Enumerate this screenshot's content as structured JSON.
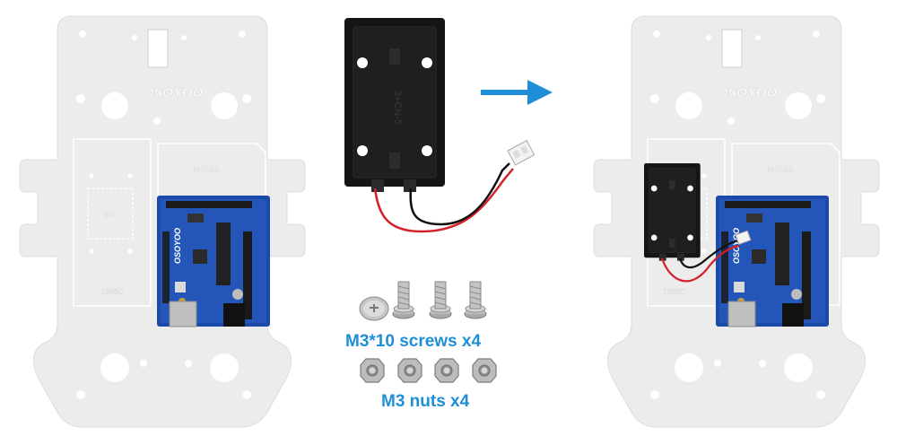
{
  "chassis": {
    "logo": "OSOYOO",
    "mega_label": "MEGA",
    "battery_9v_label": "9V",
    "battery_18650_label": "18650"
  },
  "board": {
    "logo": "OSOYOO"
  },
  "holder_marking": "3+CN-5",
  "colors": {
    "arrow": "#1e8fd6",
    "caption": "#1e8fd6",
    "plate": "#ededed",
    "board": "#1c4aa8",
    "holder": "#141414",
    "wire_red": "#d4202a",
    "wire_black": "#111111"
  },
  "parts": {
    "screws_label": "M3*10 screws x4",
    "nuts_label": "M3 nuts x4"
  }
}
